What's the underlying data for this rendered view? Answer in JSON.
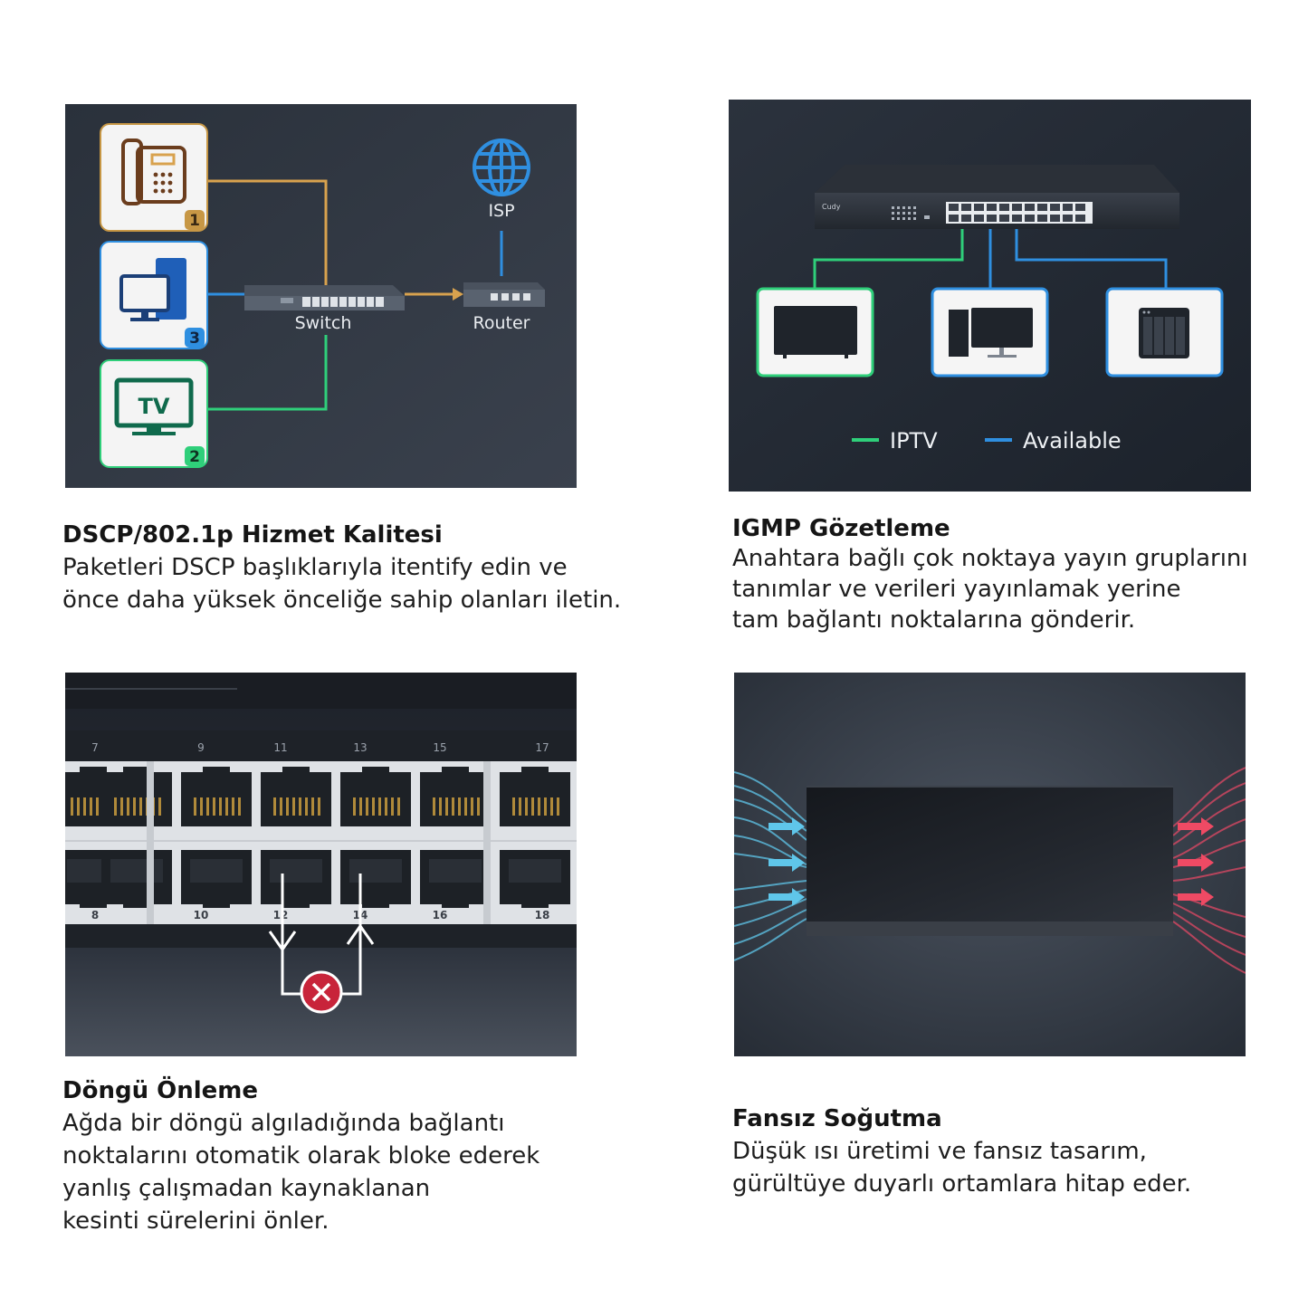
{
  "qos": {
    "title": "DSCP/802.1p Hizmet Kalitesi",
    "lines": [
      "Paketleri DSCP başlıklarıyla itentify edin ve",
      "önce daha yüksek önceliğe sahip olanları iletin."
    ],
    "labels": {
      "switch": "Switch",
      "router": "Router",
      "isp": "ISP",
      "tv": "TV"
    },
    "badges": [
      "1",
      "3",
      "2"
    ]
  },
  "igmp": {
    "title": "IGMP Gözetleme",
    "lines": [
      "Anahtara bağlı çok noktaya yayın gruplarını",
      "tanımlar ve verileri yayınlamak yerine",
      "tam bağlantı noktalarına gönderir."
    ],
    "legend": {
      "iptv": "IPTV",
      "available": "Available"
    },
    "brand": "Cudy"
  },
  "loop": {
    "title": "Döngü Önleme",
    "lines": [
      "Ağda bir döngü algıladığında bağlantı",
      "noktalarını otomatik olarak bloke ederek",
      "yanlış çalışmadan kaynaklanan",
      "kesinti sürelerini önler."
    ],
    "top_ports": [
      "7",
      "9",
      "11",
      "13",
      "15",
      "17"
    ],
    "bottom_ports": [
      "8",
      "10",
      "12",
      "14",
      "16",
      "18"
    ]
  },
  "fanless": {
    "title": "Fansız Soğutma",
    "lines": [
      "Düşük ısı üretimi ve fansız tasarım,",
      "gürültüye duyarlı ortamlara hitap eder."
    ]
  },
  "colors": {
    "orange": "#d8a24e",
    "blue": "#2f8fe0",
    "green": "#2fcf7a",
    "red": "#c8243a",
    "panel": "#2f3642"
  }
}
